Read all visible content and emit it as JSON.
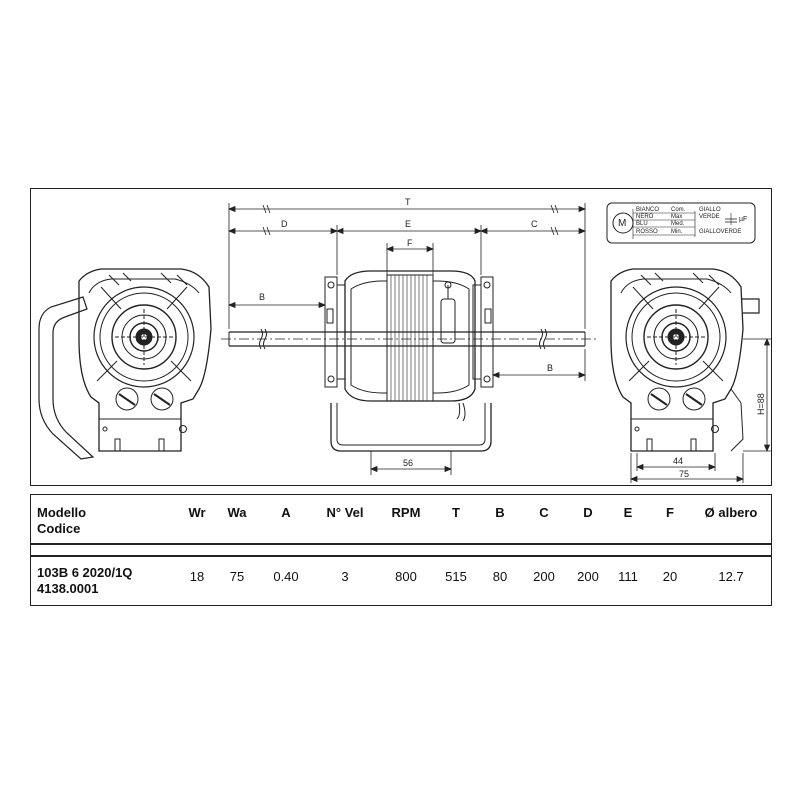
{
  "drawing": {
    "dims": {
      "T": "T",
      "D": "D",
      "E": "E",
      "C": "C",
      "F": "F",
      "B_left": "B",
      "B_right": "B",
      "w56": "56",
      "w44": "44",
      "w75": "75",
      "H88": "H=88"
    },
    "legend": {
      "symbol": "M",
      "rows": [
        {
          "left": "BIANCO",
          "mid": "Com.",
          "right": "GIALLO"
        },
        {
          "left": "NERO",
          "mid": "Max",
          "right": "VERDE"
        },
        {
          "left": "BLU",
          "mid": "Med.",
          "right": ""
        },
        {
          "left": "ROSSO",
          "mid": "Min.",
          "right": "GIALLOVERDE"
        }
      ],
      "cap_label": "µF"
    }
  },
  "table": {
    "header": {
      "modello": "Modello",
      "codice": "Codice",
      "cols": [
        "Wr",
        "Wa",
        "A",
        "N° Vel",
        "RPM",
        "T",
        "B",
        "C",
        "D",
        "E",
        "F",
        "Ø albero"
      ]
    },
    "row": {
      "modello": "103B 6 2020/1Q",
      "codice": "4138.0001",
      "values": [
        "18",
        "75",
        "0.40",
        "3",
        "800",
        "515",
        "80",
        "200",
        "200",
        "111",
        "20",
        "12.7"
      ]
    }
  }
}
